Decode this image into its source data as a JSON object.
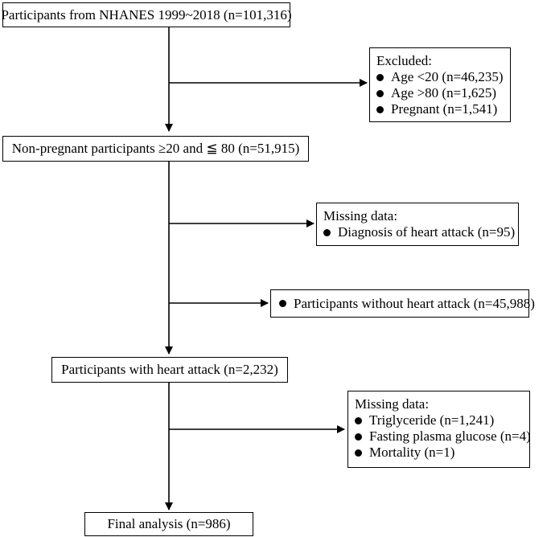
{
  "flowchart": {
    "step1": "Participants from NHANES 1999~2018 (n=101,316)",
    "step2": "Non-pregnant participants ≥20 and ≦ 80 (n=51,915)",
    "step3": "Participants with heart attack (n=2,232)",
    "step4": "Final analysis (n=986)",
    "exclusion1": {
      "heading": "Excluded:",
      "items": [
        "Age <20 (n=46,235)",
        "Age >80 (n=1,625)",
        "Pregnant (n=1,541)"
      ]
    },
    "exclusion2": {
      "heading": "Missing data:",
      "items": [
        "Diagnosis of heart attack (n=95)"
      ]
    },
    "exclusion3": {
      "items": [
        "Participants without heart attack (n=45,988)"
      ]
    },
    "exclusion4": {
      "heading": "Missing data:",
      "items": [
        "Triglyceride (n=1,241)",
        "Fasting plasma glucose (n=4)",
        "Mortality (n=1)"
      ]
    }
  }
}
